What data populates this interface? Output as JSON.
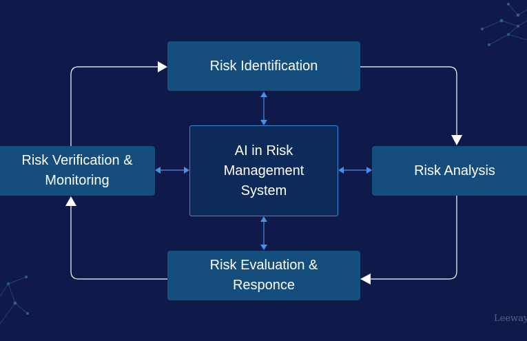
{
  "nodes": {
    "identification": "Risk Identification",
    "analysis": "Risk Analysis",
    "evaluation": "Risk Evaluation &\nResponce",
    "verification": "Risk Verification &\nMonitoring",
    "center": "AI in Risk\nManagement\nSystem"
  },
  "watermark": "Leeway",
  "colors": {
    "background": "#0f1a4a",
    "box": "#154e7c",
    "center_box": "#0e2a5a",
    "center_border": "#3a8ad8",
    "cycle_arrow": "#ffffff",
    "link_arrow": "#4a90e2"
  }
}
